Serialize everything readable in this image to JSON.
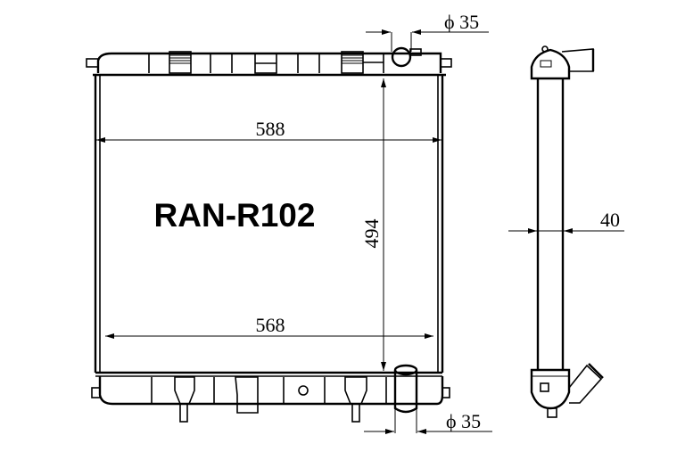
{
  "model_code": "RAN-R102",
  "dimensions": {
    "top_width": "588",
    "bottom_width": "568",
    "height": "494",
    "depth": "40",
    "inlet_diameter": "ϕ 35",
    "outlet_diameter": "ϕ 35"
  }
}
